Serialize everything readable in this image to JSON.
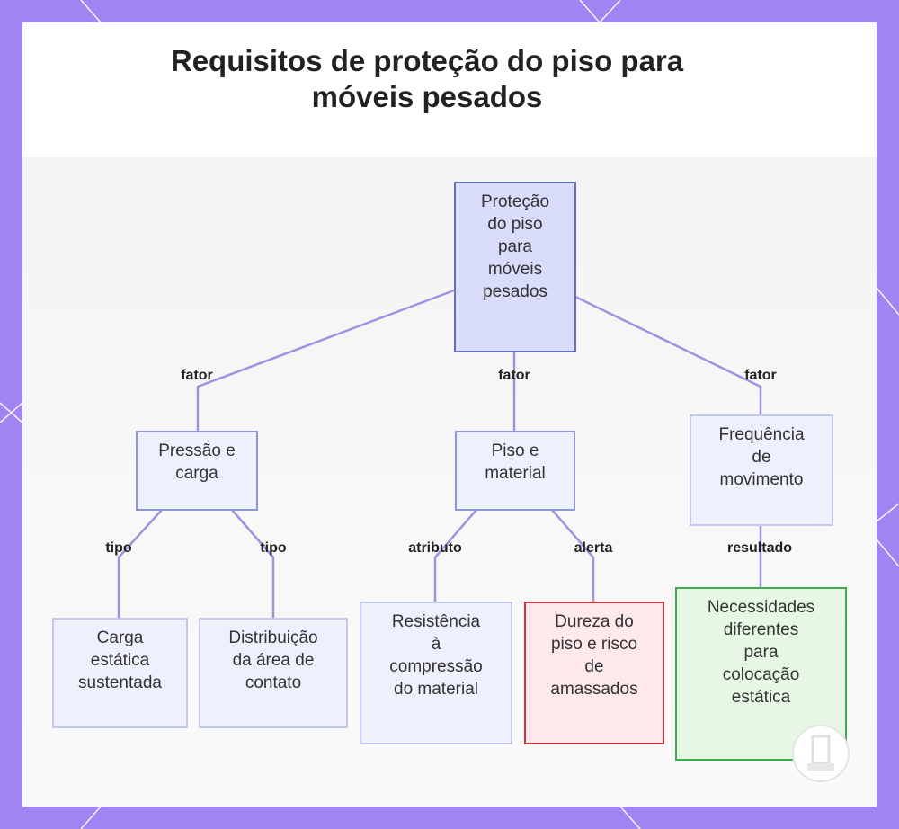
{
  "title": "Requisitos de proteção do piso para móveis pesados",
  "title_lines": [
    "Requisitos de proteção do piso para",
    "móveis pesados"
  ],
  "colors": {
    "frame": "#a184f4",
    "edge": "#a391e0",
    "root_fill": "#d9dcfb",
    "alert_border": "#c9383f",
    "result_border": "#3faa4f"
  },
  "nodes": {
    "root": {
      "lines": [
        "Proteção",
        "do piso",
        "para",
        "móveis",
        "pesados"
      ]
    },
    "pressure": {
      "lines": [
        "Pressão e",
        "carga"
      ]
    },
    "floor": {
      "lines": [
        "Piso e",
        "material"
      ]
    },
    "frequency": {
      "lines": [
        "Frequência",
        "de",
        "movimento"
      ]
    },
    "static_load": {
      "lines": [
        "Carga",
        "estática",
        "sustentada"
      ]
    },
    "contact_area": {
      "lines": [
        "Distribuição",
        "da área de",
        "contato"
      ]
    },
    "compression": {
      "lines": [
        "Resistência",
        "à",
        "compressão",
        "do material"
      ]
    },
    "hardness": {
      "lines": [
        "Dureza do",
        "piso e risco",
        "de",
        "amassados"
      ]
    },
    "needs": {
      "lines": [
        "Necessidades",
        "diferentes",
        "para",
        "colocação",
        "estática"
      ]
    }
  },
  "edges": {
    "root_pressure": "fator",
    "root_floor": "fator",
    "root_frequency": "fator",
    "pressure_static": "tipo",
    "pressure_contact": "tipo",
    "floor_compression": "atributo",
    "floor_hardness": "alerta",
    "frequency_needs": "resultado"
  }
}
